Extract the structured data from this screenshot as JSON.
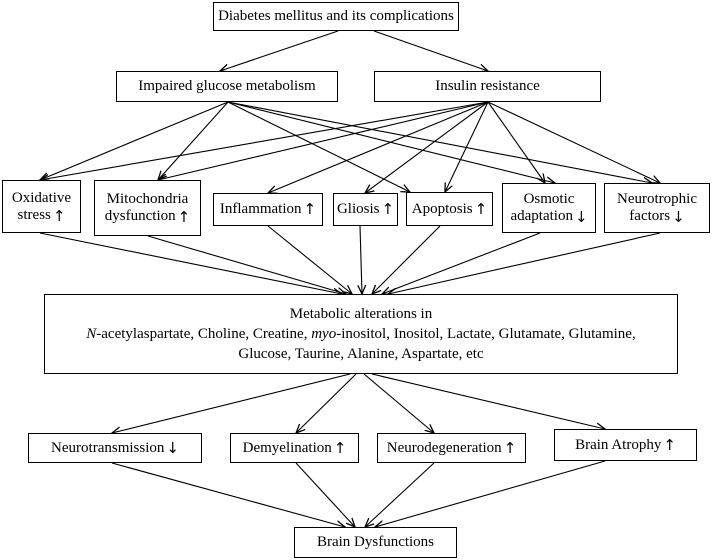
{
  "top": "Diabetes mellitus and its complications",
  "causes": {
    "glucose": "Impaired glucose metabolism",
    "insulin": "Insulin resistance"
  },
  "mechanisms": {
    "oxidative": {
      "line1": "Oxidative",
      "line2": "stress",
      "dir": "up"
    },
    "mito": {
      "line1": "Mitochondria",
      "line2": "dysfunction",
      "dir": "up"
    },
    "inflammation": {
      "label": "Inflammation",
      "dir": "up"
    },
    "gliosis": {
      "label": "Gliosis",
      "dir": "up"
    },
    "apoptosis": {
      "label": "Apoptosis",
      "dir": "up"
    },
    "osmotic": {
      "line1": "Osmotic",
      "line2": "adaptation",
      "dir": "down"
    },
    "neurotrophic": {
      "line1": "Neurotrophic",
      "line2": "factors",
      "dir": "down"
    }
  },
  "metabolic": {
    "line1": "Metabolic alterations in",
    "line2_italic": "N",
    "line2_a": "-acetylaspartate, Choline, Creatine, ",
    "line2_italic2": "myo",
    "line2_b": "-inositol, Inositol, Lactate, Glutamate, Glutamine,",
    "line3": "Glucose, Taurine, Alanine, Aspartate, etc"
  },
  "outcomes": {
    "neurotransmission": {
      "label": "Neurotransmission",
      "dir": "down"
    },
    "demyelination": {
      "label": "Demyelination",
      "dir": "up"
    },
    "neurodegeneration": {
      "label": "Neurodegeneration",
      "dir": "up"
    },
    "atrophy": {
      "label": "Brain Atrophy",
      "dir": "up"
    }
  },
  "final": "Brain Dysfunctions",
  "icons": {
    "up": "up-arrow-icon",
    "down": "down-arrow-icon"
  }
}
